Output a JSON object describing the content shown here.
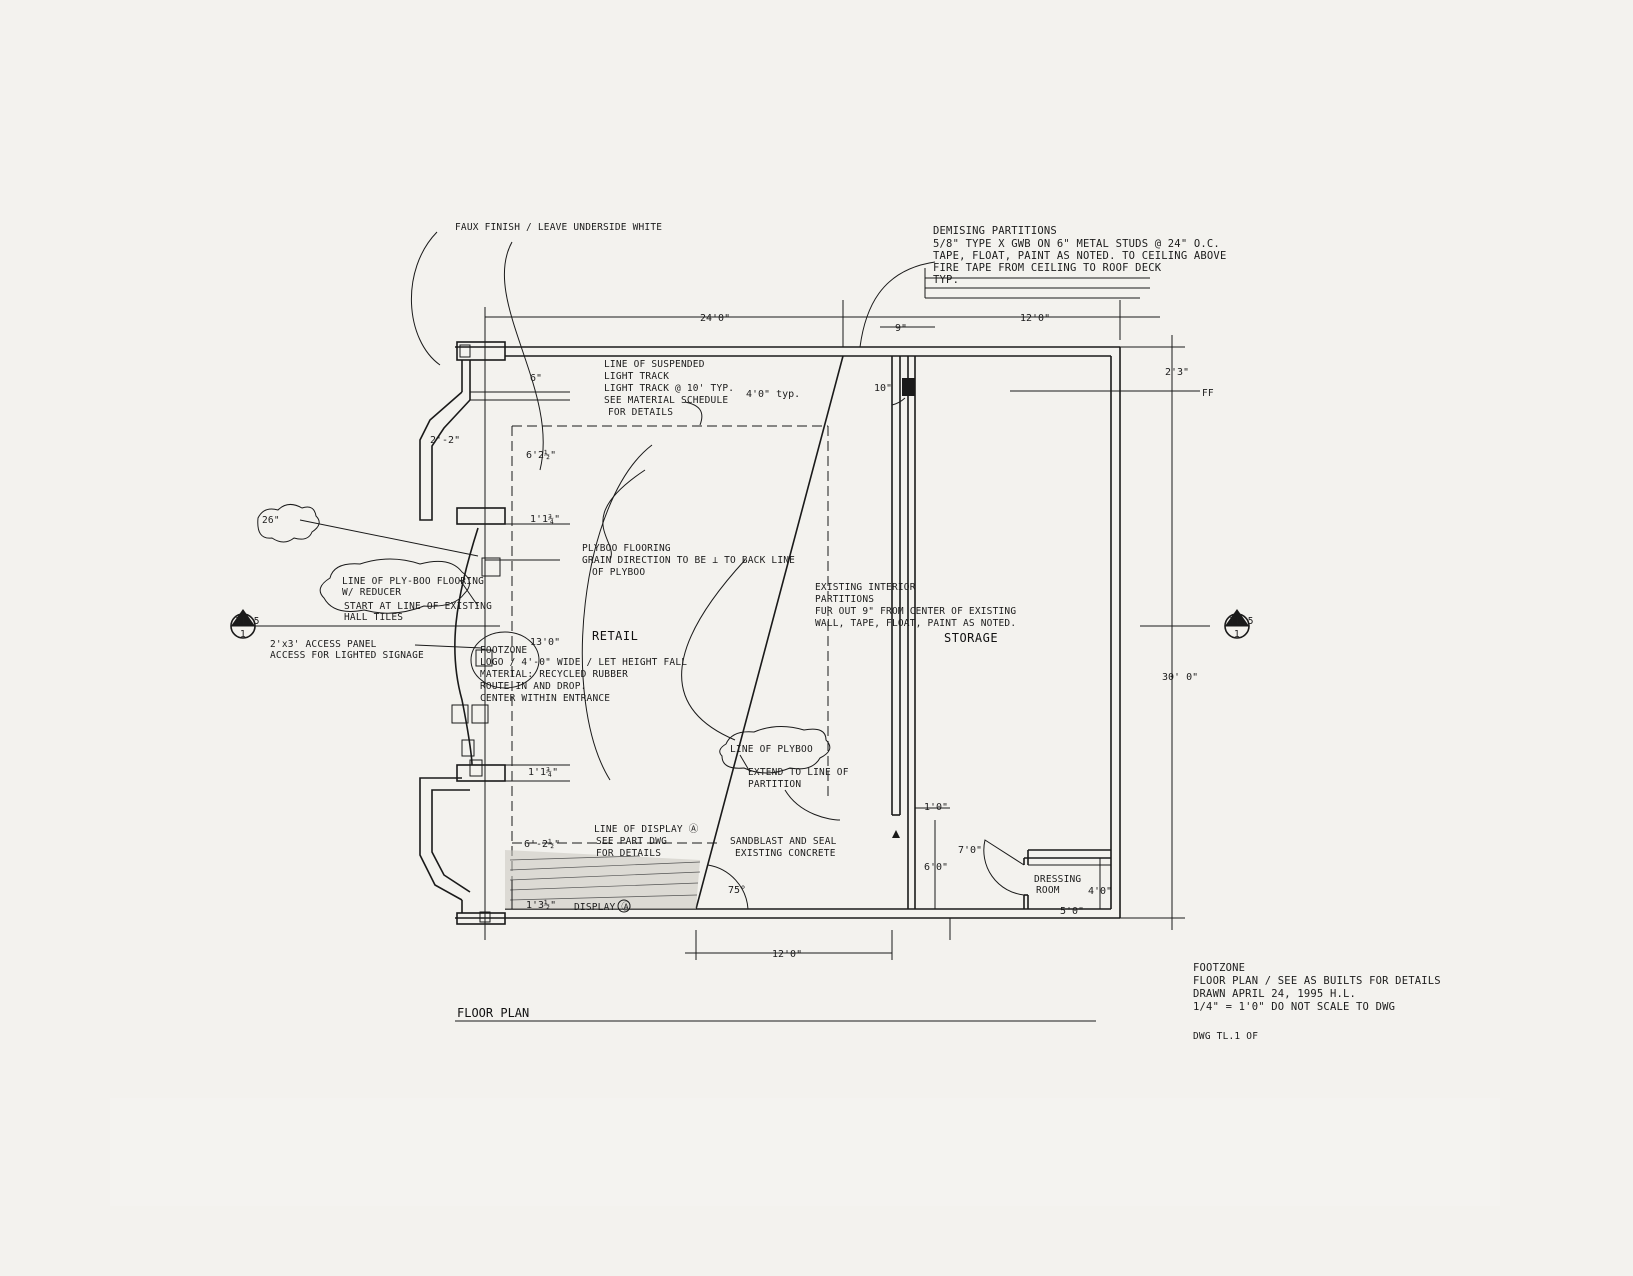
{
  "callouts": {
    "faux_finish": "FAUX FINISH / LEAVE UNDERSIDE WHITE",
    "demising": [
      "DEMISING PARTITIONS",
      "5/8\" TYPE X GWB ON 6\" METAL STUDS @ 24\" O.C.",
      "TAPE, FLOAT, PAINT AS NOTED. TO CEILING ABOVE",
      "FIRE TAPE FROM CEILING TO ROOF DECK",
      "TYP."
    ],
    "light_track": [
      "LINE OF SUSPENDED",
      "LIGHT TRACK",
      "LIGHT TRACK @ 10' TYP.",
      "SEE MATERIAL SCHEDULE",
      "FOR DETAILS"
    ],
    "plyboo_flooring": [
      "PLYBOO FLOORING",
      "GRAIN DIRECTION TO BE ⊥ TO BACK LINE",
      "OF PLYBOO"
    ],
    "existing_partitions": [
      "EXISTING INTERIOR",
      "PARTITIONS",
      "FUR OUT 9\" FROM CENTER OF EXISTING",
      "WALL, TAPE, FLOAT, PAINT AS NOTED."
    ],
    "line_plyboo_reducer": [
      "LINE OF PLY-BOO FLOORING",
      "W/ REDUCER"
    ],
    "start_hall_tiles": [
      "START AT LINE OF EXISTING",
      "HALL TILES"
    ],
    "access_panel": [
      "2'x3' ACCESS PANEL",
      "ACCESS FOR LIGHTED SIGNAGE"
    ],
    "footzone_logo": [
      "FOOTZONE",
      "LOGO / 4'-0\" WIDE / LET HEIGHT FALL",
      "MATERIAL: RECYCLED RUBBER",
      "ROUTE IN AND DROP.",
      "CENTER WITHIN ENTRANCE"
    ],
    "line_of_plyboo": "LINE OF PLYBOO",
    "extend_partition": [
      "EXTEND TO LINE OF",
      "PARTITION"
    ],
    "line_of_display": [
      "LINE OF DISPLAY Ⓐ",
      "SEE PART DWG",
      "FOR DETAILS"
    ],
    "sandblast": [
      "SANDBLAST AND SEAL",
      "EXISTING CONCRETE"
    ],
    "cloud_tag": "26\"",
    "ff_tag": "FF"
  },
  "rooms": {
    "retail": "RETAIL",
    "storage": "STORAGE",
    "dressing": [
      "DRESSING",
      "ROOM"
    ],
    "display": "DISPLAY Ⓐ"
  },
  "dimensions": {
    "overall_width": "24'0\"",
    "storage_width": "12'0\"",
    "bottom_width": "12'0\"",
    "partition_thick": "9\"",
    "overall_depth": "30' 0\"",
    "right_2_3": "2'3\"",
    "d_6in": "6\"",
    "d_4_0": "4'0\" typ.",
    "d_10in": "10\"",
    "d_2_2": "2'-2\"",
    "d_6_2half_top": "6'2½\"",
    "d_1_1_3q_top": "1'1¾\"",
    "d_13_0": "13'0\"",
    "d_1_1_3q_bot": "1'1¾\"",
    "d_6_2half_bot": "6'-2½\"",
    "d_1_3half": "1'3½\"",
    "d_75deg": "75°",
    "d_1_0": "1'0\"",
    "d_7_0": "7'0\"",
    "d_6_0": "6'0\"",
    "d_4_0_dr": "4'0\"",
    "d_5_0_dr": "5'0\""
  },
  "section_markers": {
    "left": {
      "top": "TL.5",
      "bottom": "1"
    },
    "right": {
      "top": "TL.5",
      "bottom": "1"
    }
  },
  "title_block": {
    "lines": [
      "FOOTZONE",
      "FLOOR PLAN / SEE AS BUILTS FOR DETAILS",
      "DRAWN APRIL 24, 1995 H.L.",
      "1/4\" = 1'0\" DO NOT SCALE TO DWG"
    ],
    "dwg": "DWG TL.1 OF"
  },
  "plan_title": "FLOOR PLAN"
}
